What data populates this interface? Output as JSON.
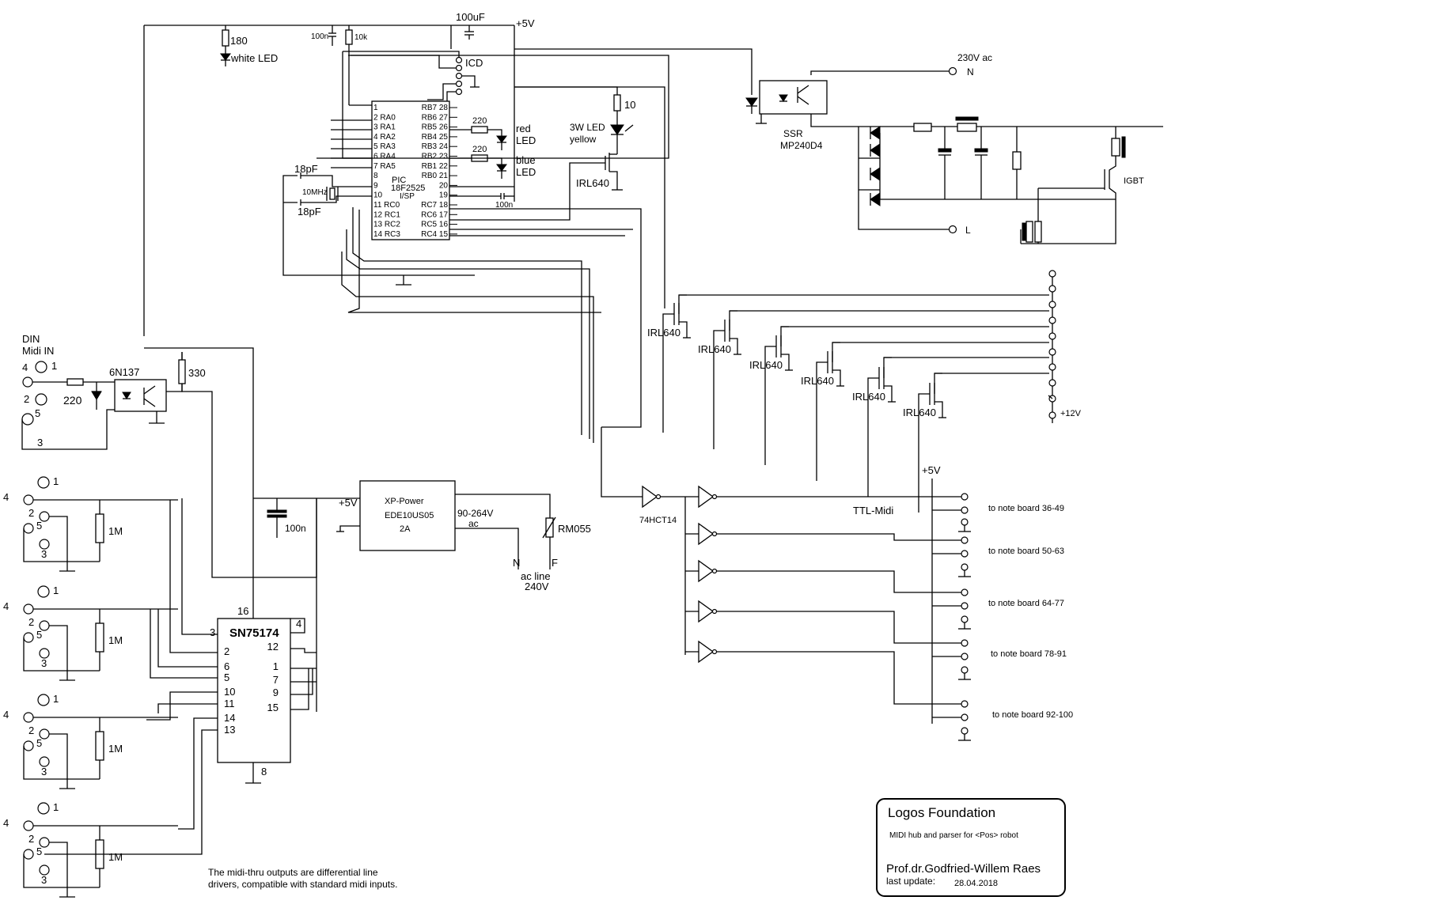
{
  "top": {
    "cap_100uF": "100uF",
    "plus5v_top": "+5V",
    "r_180": "180",
    "white_led": "white LED",
    "c_100n_top": "100n",
    "r_10k": "10k",
    "icd": "ICD"
  },
  "pic": {
    "left_pins": [
      "1",
      "2 RA0",
      "3 RA1",
      "4 RA2",
      "5 RA3",
      "6 RA4",
      "7 RA5",
      "8",
      "9",
      "10",
      "11 RC0",
      "12 RC1",
      "13 RC2",
      "14 RC3"
    ],
    "right_pins": [
      "RB7 28",
      "RB6 27",
      "RB5 26",
      "RB4 25",
      "RB3 24",
      "RB2 23",
      "RB1 22",
      "RB0 21",
      "20",
      "19",
      "RC7 18",
      "RC6 17",
      "RC5 16",
      "RC4 15"
    ],
    "name1": "PIC",
    "name2": "18F2525",
    "name3": "I/SP",
    "xtal": "10MHz",
    "cap1": "18pF",
    "cap2": "18pF",
    "decoup": "100n"
  },
  "leds": {
    "r220a": "220",
    "r220b": "220",
    "red1": "red",
    "red2": "LED",
    "blue1": "blue",
    "blue2": "LED",
    "r10": "10",
    "led3w1": "3W LED",
    "led3w2": "yellow",
    "irl_main": "IRL640"
  },
  "ssr": {
    "ac": "230V ac",
    "n": "N",
    "ssr": "SSR",
    "model": "MP240D4",
    "igbt": "IGBT",
    "l": "L"
  },
  "fets": {
    "labels": [
      "IRL640",
      "IRL640",
      "IRL640",
      "IRL640",
      "IRL640",
      "IRL640"
    ],
    "v12": "+12V"
  },
  "midi_in": {
    "din": "DIN",
    "midi_in": "Midi IN",
    "pin4": "4",
    "pin1": "1",
    "pin2": "2",
    "pin5": "5",
    "pin3": "3",
    "r220": "220",
    "opto": "6N137",
    "r330": "330"
  },
  "outputs": [
    {
      "p1": "1",
      "p4": "4",
      "p2": "2",
      "p5": "5",
      "p3": "3",
      "r": "1M"
    },
    {
      "p1": "1",
      "p4": "4",
      "p2": "2",
      "p5": "5",
      "p3": "3",
      "r": "1M"
    },
    {
      "p1": "1",
      "p4": "4",
      "p2": "2",
      "p5": "5",
      "p3": "3",
      "r": "1M"
    },
    {
      "p1": "1",
      "p4": "4",
      "p2": "2",
      "p5": "5",
      "p3": "3",
      "r": "1M"
    }
  ],
  "driver": {
    "name": "SN75174",
    "pins_left": [
      "3",
      "2",
      "6",
      "5",
      "10",
      "11",
      "14",
      "13"
    ],
    "pins_right": [
      "4",
      "12",
      "1",
      "7",
      "9",
      "15"
    ],
    "pin16": "16",
    "pin8": "8",
    "cap": "100n"
  },
  "psu": {
    "plus5": "+5V",
    "name": "XP-Power",
    "model": "EDE10US05",
    "current": "2A",
    "vin1": "90-264V",
    "vin2": "ac",
    "n": "N",
    "f": "F",
    "acline1": "ac line",
    "acline2": "240V",
    "varistor": "RM055"
  },
  "ttl": {
    "plus5": "+5V",
    "title": "TTL-Midi",
    "ic": "74HCT14",
    "boards": [
      "to note board 36-49",
      "to note board 50-63",
      "to note board 64-77",
      "to note board 78-91",
      "to note board 92-100"
    ]
  },
  "note": {
    "line1": "The midi-thru outputs are differential line",
    "line2": "drivers, compatible with standard midi inputs."
  },
  "titleblock": {
    "org": "Logos Foundation",
    "desc": "MIDI hub and parser for <Pos> robot",
    "author": "Prof.dr.Godfried-Willem Raes",
    "last_label": "last update:",
    "date": "28.04.2018"
  }
}
